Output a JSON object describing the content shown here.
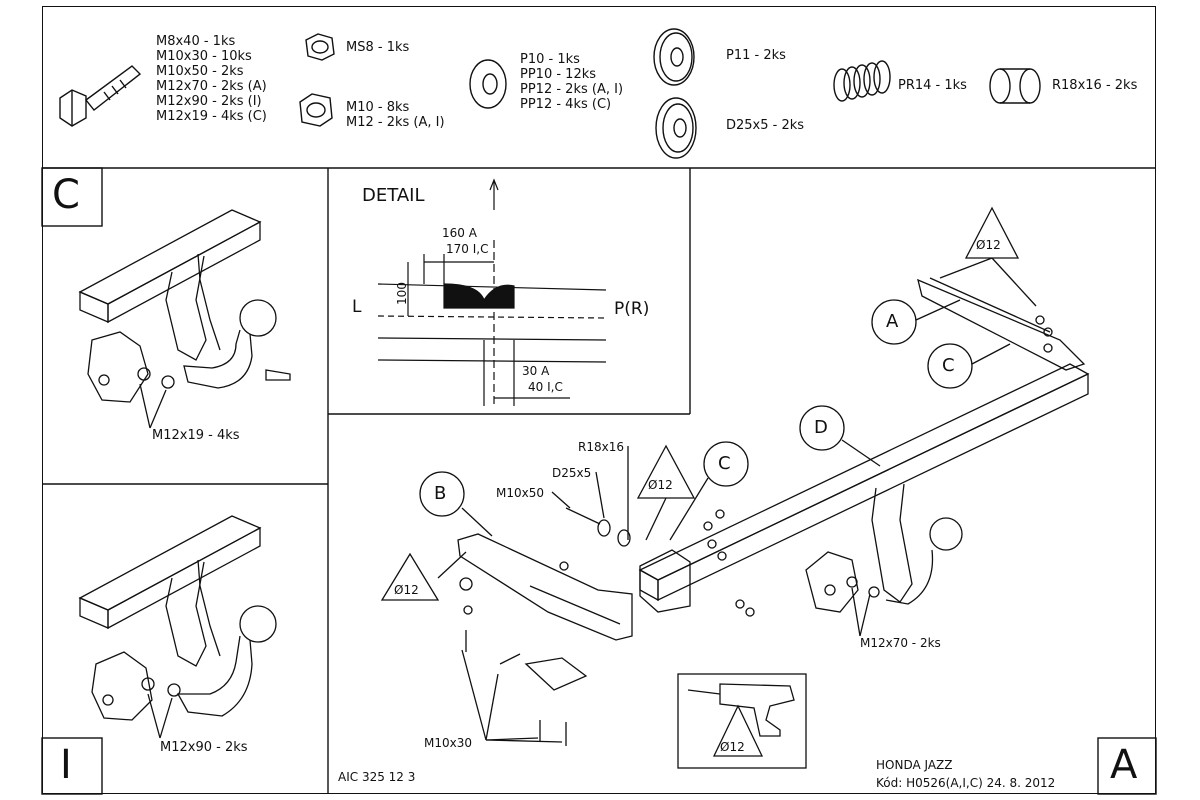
{
  "parts": {
    "bolts": [
      "M8x40 - 1ks",
      "M10x30 - 10ks",
      "M10x50 - 2ks",
      "M12x70 - 2ks (A)",
      "M12x90 - 2ks (I)",
      "M12x19 - 4ks (C)"
    ],
    "nut_ms8": "MS8 - 1ks",
    "nuts": [
      "M10 - 8ks",
      "M12 - 2ks (A, I)"
    ],
    "washers_p": [
      "P10 - 1ks",
      "PP10 - 12ks",
      "PP12 - 2ks (A, I)",
      "PP12 - 4ks (C)"
    ],
    "washer_p11": "P11 - 2ks",
    "washer_d25": "D25x5 - 2ks",
    "spring": "PR14 - 1ks",
    "sleeve": "R18x16 - 2ks"
  },
  "panel_c": {
    "letter": "C",
    "label": "M12x19 - 4ks"
  },
  "panel_i": {
    "letter": "I",
    "label": "M12x90 - 2ks"
  },
  "detail": {
    "title": "DETAIL",
    "dim_top_a": "160 A",
    "dim_top_ic": "170 I,C",
    "dim_height": "100",
    "left": "L",
    "right": "P(R)",
    "dim_bot_a": "30 A",
    "dim_bot_ic": "40 I,C"
  },
  "main": {
    "label_a": "A",
    "label_b": "B",
    "label_c1": "C",
    "label_c2": "C",
    "label_d": "D",
    "drill_top": "Ø12",
    "drill_mid": "Ø12",
    "drill_left": "Ø12",
    "drill_box": "Ø12",
    "r18": "R18x16",
    "d25": "D25x5",
    "m10x50": "M10x50",
    "m10x30": "M10x30",
    "m12x70": "M12x70 - 2ks",
    "corner": "A"
  },
  "footer": {
    "code_left": "AIC 325 12 3",
    "model": "HONDA JAZZ",
    "kod": "Kód: H0526(A,I,C)  24. 8. 2012"
  }
}
